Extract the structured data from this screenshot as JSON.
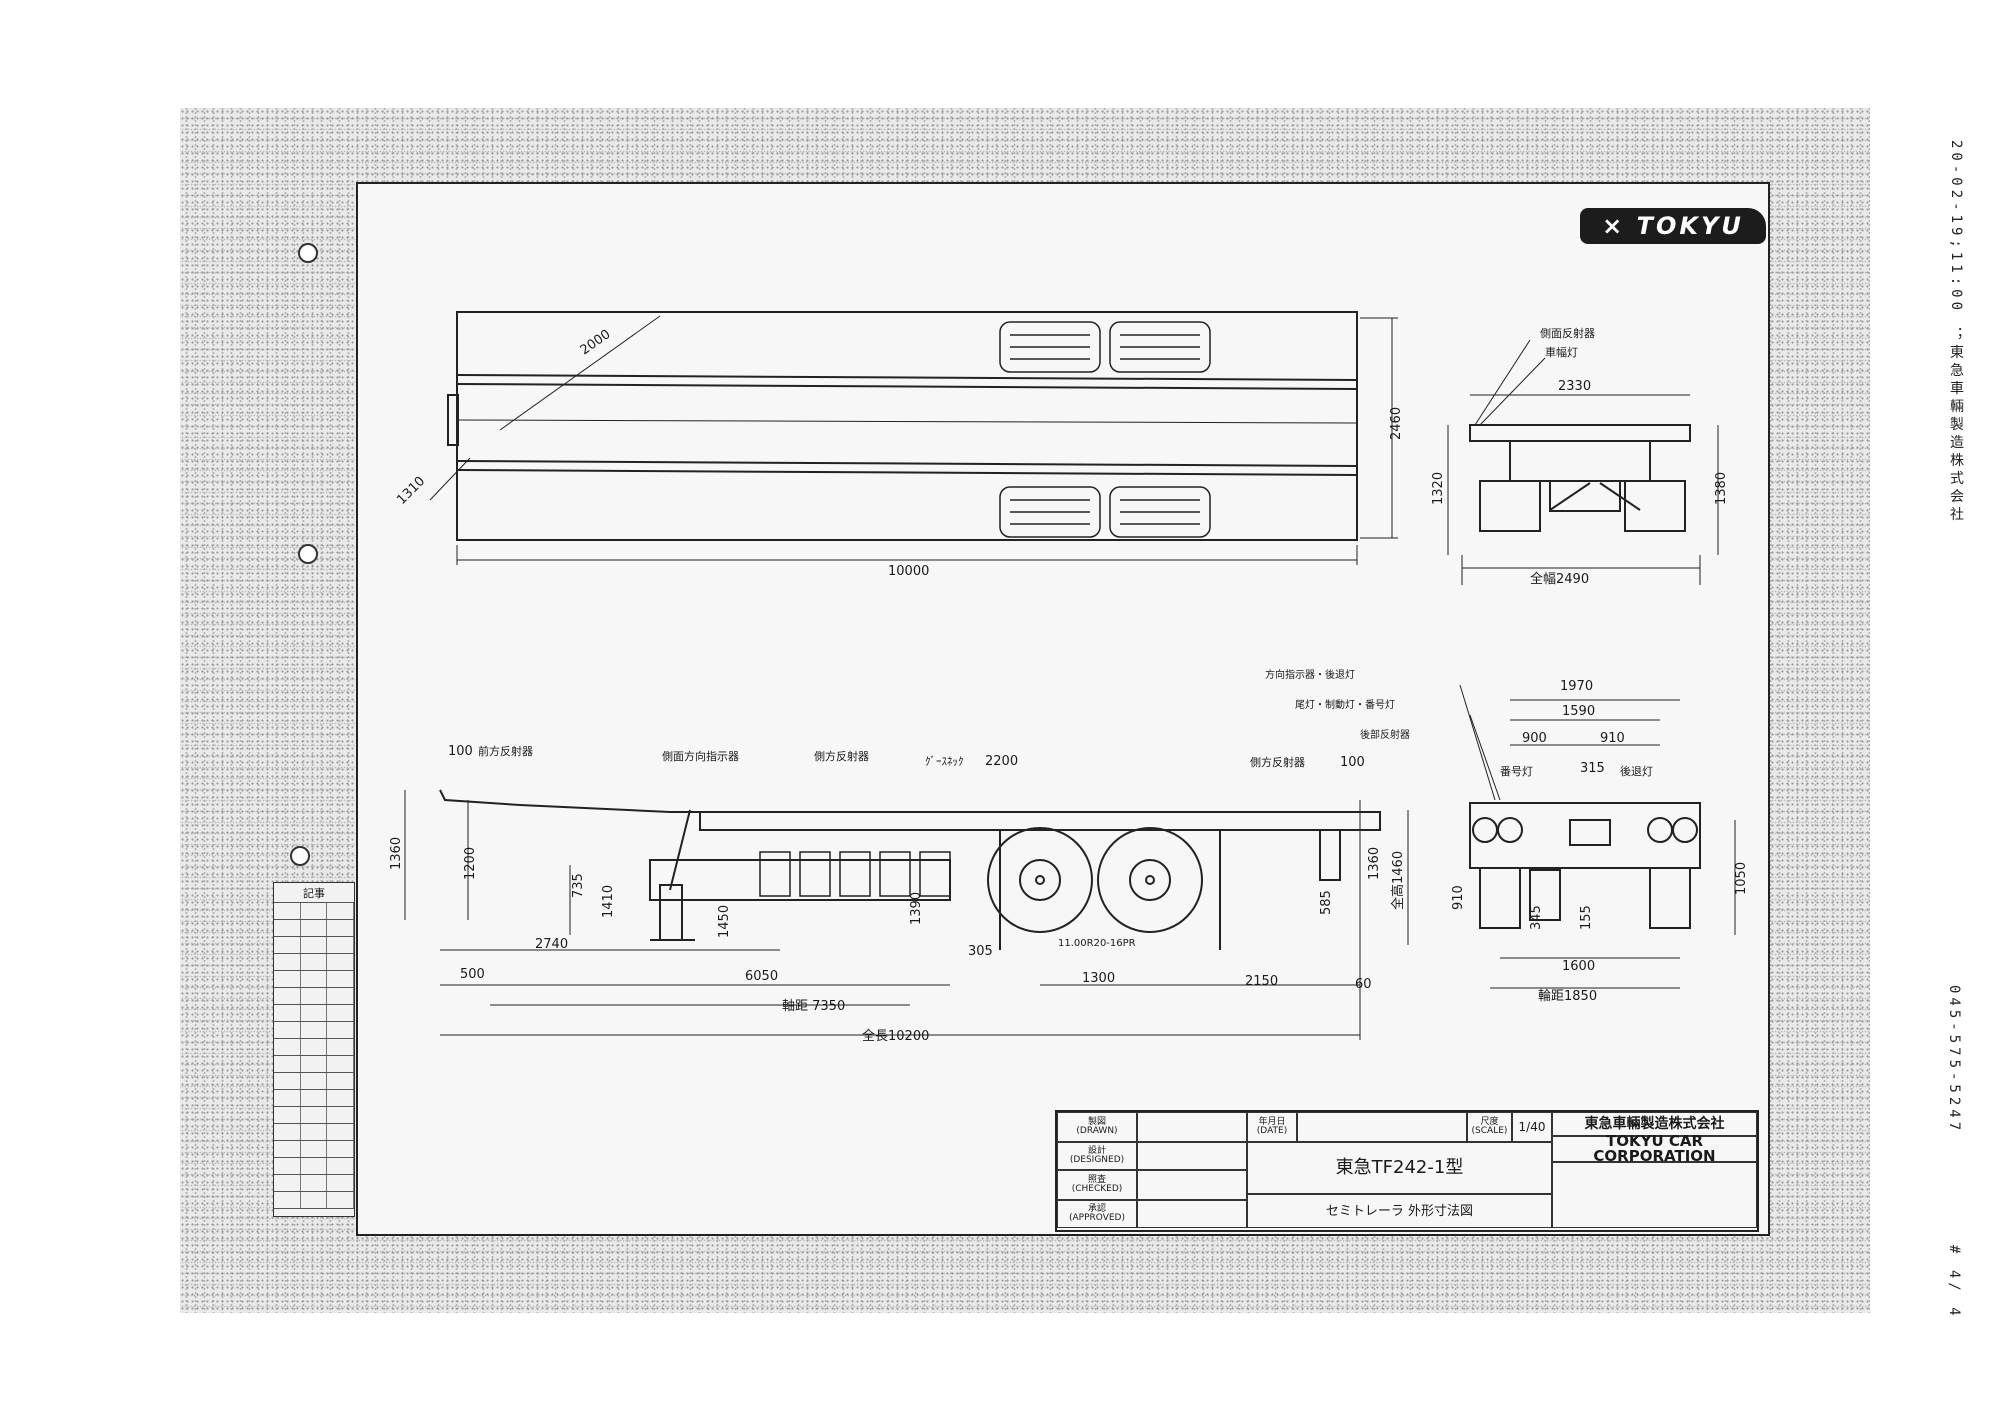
{
  "fax_header": {
    "timestamp": "20-02-19;11:00",
    "sender": "；東急車輛製造株式会社",
    "fax_number": "045-575-5247",
    "page": "# 4/ 4"
  },
  "logo": {
    "text": "TOKYU"
  },
  "top_view": {
    "dims": [
      "2000",
      "1310",
      "2460",
      "10000"
    ]
  },
  "rear_view_top": {
    "labels": [
      "側面反射器",
      "車幅灯"
    ],
    "dims": [
      "2330",
      "1320",
      "1380",
      "全幅2490"
    ]
  },
  "side_view": {
    "labels": [
      "100",
      "前方反射器",
      "側面方向指示器",
      "側方反射器",
      "ｸﾞｰｽﾈｯｸ",
      "側方反射器"
    ],
    "dims": [
      "2200",
      "100",
      "1360",
      "1200",
      "735",
      "1410",
      "1450",
      "1390",
      "585",
      "1360",
      "全高1460",
      "2740",
      "305",
      "11.00R20-16PR",
      "500",
      "6050",
      "1300",
      "2150",
      "60",
      "軸距 7350",
      "全長10200"
    ]
  },
  "rear_view_bottom": {
    "labels": [
      "方向指示器・後退灯",
      "尾灯・制動灯・番号灯",
      "後部反射器",
      "番号灯",
      "後退灯"
    ],
    "dims": [
      "1970",
      "1590",
      "900",
      "910",
      "315",
      "910",
      "1050",
      "345",
      "155",
      "1600",
      "輪距1850"
    ]
  },
  "title_block": {
    "drawn": "製図",
    "drawn_en": "(DRAWN)",
    "designed": "設計",
    "designed_en": "(DESIGNED)",
    "checked": "照査",
    "checked_en": "(CHECKED)",
    "approved": "承認",
    "approved_en": "(APPROVED)",
    "date": "年月日",
    "date_en": "(DATE)",
    "scale": "尺度",
    "scale_en": "(SCALE)",
    "scale_value": "1/40",
    "company_jp": "東急車輛製造株式会社",
    "company_en": "TOKYU CAR CORPORATION",
    "model": "東急TF242-1型",
    "description": "セミトレーラ 外形寸法図"
  },
  "revision_block": {
    "header": "記事"
  }
}
